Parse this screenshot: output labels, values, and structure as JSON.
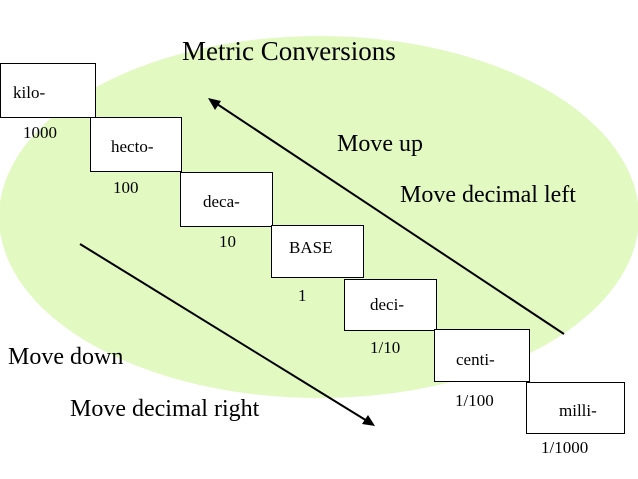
{
  "title": "Metric Conversions",
  "prefixes": [
    {
      "label": "kilo-",
      "value": "1000"
    },
    {
      "label": "hecto-",
      "value": "100"
    },
    {
      "label": "deca-",
      "value": "10"
    },
    {
      "label": "BASE",
      "value": "1"
    },
    {
      "label": "deci-",
      "value": "1/10"
    },
    {
      "label": "centi-",
      "value": "1/100"
    },
    {
      "label": "milli-",
      "value": "1/1000"
    }
  ],
  "up_labels": {
    "line1": "Move up",
    "line2": "Move decimal left"
  },
  "down_labels": {
    "line1": "Move down",
    "line2": "Move decimal right"
  },
  "colors": {
    "ellipse_fill": "#e2f9c2",
    "box_fill": "#ffffff",
    "stroke": "#000000"
  }
}
